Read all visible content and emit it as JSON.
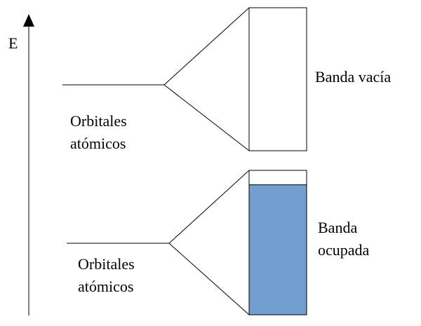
{
  "axis": {
    "label": "E"
  },
  "upper": {
    "orbital_label_line1": "Orbitales",
    "orbital_label_line2": "atómicos",
    "band_label": "Banda vacía",
    "fill_fraction": 0
  },
  "lower": {
    "orbital_label_line1": "Orbitales",
    "orbital_label_line2": "atómicos",
    "band_label_line1": "Banda",
    "band_label_line2": "ocupada",
    "fill_fraction": 0.9
  },
  "colors": {
    "line": "#000000",
    "filled_band": "#729fcf"
  }
}
